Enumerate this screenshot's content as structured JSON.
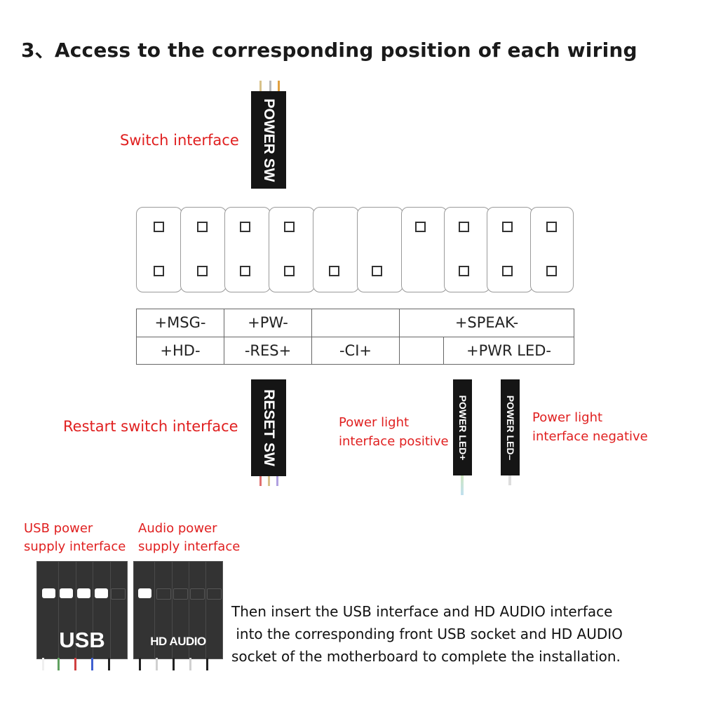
{
  "title": "3、Access to the corresponding position of each wiring",
  "labels": {
    "switch_interface": "Switch interface",
    "restart_interface": "Restart switch interface",
    "power_light_positive": [
      "Power light",
      "interface positive"
    ],
    "power_light_negative": [
      "Power light",
      "interface negative"
    ],
    "usb_power": [
      "USB power",
      "supply interface"
    ],
    "audio_power": [
      "Audio power",
      "supply interface"
    ]
  },
  "connectors": {
    "power_sw": "POWER SW",
    "reset_sw": "RESET SW",
    "power_led_plus": "POWER LED+",
    "power_led_minus": "POWER LED–",
    "usb": "USB",
    "hd_audio": "HD AUDIO"
  },
  "pin_table": {
    "row1": [
      "+MSG-",
      "+PW-",
      "",
      "+SPEAK-"
    ],
    "row2": [
      "+HD-",
      "-RES+",
      "-CI+",
      "",
      "+PWR LED-"
    ]
  },
  "instructions": [
    "Then insert the USB interface and HD AUDIO interface",
    " into the corresponding front USB socket and HD AUDIO",
    "socket of the motherboard to complete the installation."
  ],
  "colors": {
    "label_red": "#e02020",
    "connector_black": "#151515"
  }
}
